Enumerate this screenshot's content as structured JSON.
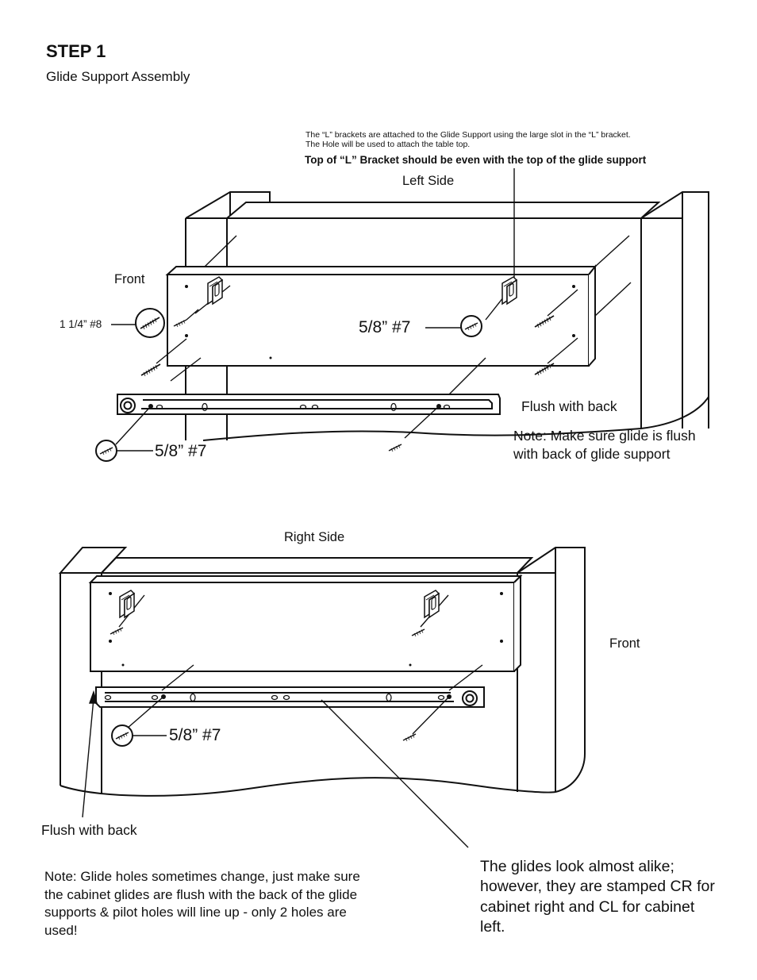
{
  "header": {
    "title": "STEP 1",
    "subtitle": "Glide Support Assembly"
  },
  "top_diagram": {
    "instruction_line1": "The “L” brackets are attached to the Glide Support using the large slot in the “L” bracket.",
    "instruction_line2": "The Hole will be used to attach the table top.",
    "instruction_bold": "Top of “L” Bracket should be even with the top of the glide support",
    "side_label": "Left Side",
    "front_label": "Front",
    "screw_long_label": "1 1/4” #8",
    "screw_mid_label": "5/8” #7",
    "screw_glide_label": "5/8” #7",
    "flush_label": "Flush with back",
    "note_line1": "Note: Make sure glide is flush",
    "note_line2": "with back of glide support"
  },
  "bottom_diagram": {
    "side_label": "Right Side",
    "front_label": "Front",
    "screw_label": "5/8” #7",
    "flush_label": "Flush with back"
  },
  "notes": {
    "left": "Note: Glide holes sometimes change, just make sure the cabinet glides are flush with the back of the glide supports & pilot holes will line up - only 2 holes are used!",
    "right": "The glides look almost alike; however, they are stamped CR for cabinet right and CL for cabinet left."
  }
}
